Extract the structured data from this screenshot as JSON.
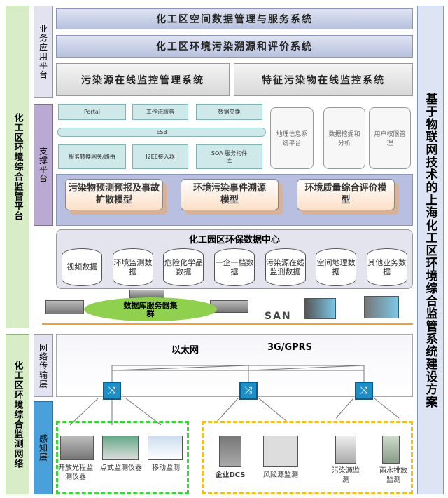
{
  "left": {
    "platform": "化工区环境综合监管平台",
    "network": "化工区环境综合监测网络"
  },
  "layers": {
    "business": "业务应用平台",
    "support": "支撑平台",
    "transport": "网络传输层",
    "sensing": "感知层"
  },
  "right_title": "基于物联网技术的上海化工区环境综合监管系统建设方案",
  "business": {
    "bar1": "化工区空间数据管理与服务系统",
    "bar2": "化工区环境污染溯源和评价系统",
    "sys1": "污染源在线监控管理系统",
    "sys2": "特征污染物在线监控系统"
  },
  "support": {
    "portal": "Portal",
    "workflow": "工作流服务",
    "exchange": "数据交换",
    "esb": "ESB",
    "gateway": "服务转换网关/路由",
    "j2ee": "J2EE接入器",
    "soa": "SOA 服务构件库",
    "gis": "地理信息系统平台",
    "mining": "数据挖掘和分析",
    "auth": "用户权限管理"
  },
  "models": [
    "污染物预测预报及事故扩散模型",
    "环境污染事件溯源模型",
    "环境质量综合评价模型"
  ],
  "datacenter": {
    "title": "化工园区环保数据中心",
    "dbs": [
      "视频数据",
      "环境监测数据",
      "危险化学品数据",
      "一企一档数据",
      "污染源在线监测数据",
      "空间地理数据",
      "其他业务数据"
    ]
  },
  "storage": {
    "cluster": "数据库服务器集群",
    "san": "SAN"
  },
  "network": {
    "ethernet": "以太网",
    "gprs": "3G/GPRS"
  },
  "sensors_green": [
    "开放光程监测仪器",
    "点式监测仪器",
    "移动监测"
  ],
  "sensors_yellow": [
    "企业DCS",
    "风险源监测",
    "污染源监测",
    "雨水排放监测"
  ]
}
